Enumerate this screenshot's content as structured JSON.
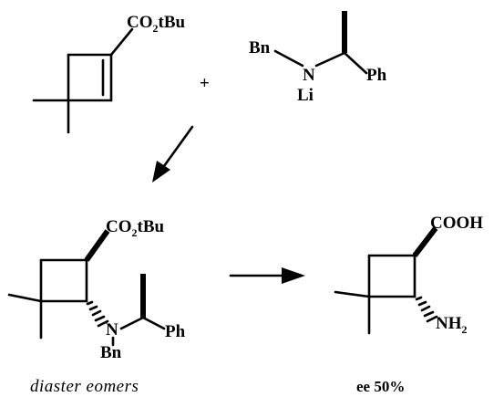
{
  "reactant_ester": {
    "label_main": "CO",
    "label_sub": "2",
    "label_tail": "tBu"
  },
  "reagent_amide": {
    "bn_label": "Bn",
    "n_label": "N",
    "li_label": "Li",
    "ph_label": "Ph"
  },
  "plus_sign": "+",
  "product_ester": {
    "label_main": "CO",
    "label_sub": "2",
    "label_tail": "tBu",
    "n_label": "N",
    "ph_label": "Ph",
    "bn_label": "Bn",
    "caption": "diaster eomers"
  },
  "final_acid": {
    "acid_label": "COOH",
    "amine_main": "NH",
    "amine_sub": "2",
    "caption": "ee 50%"
  }
}
